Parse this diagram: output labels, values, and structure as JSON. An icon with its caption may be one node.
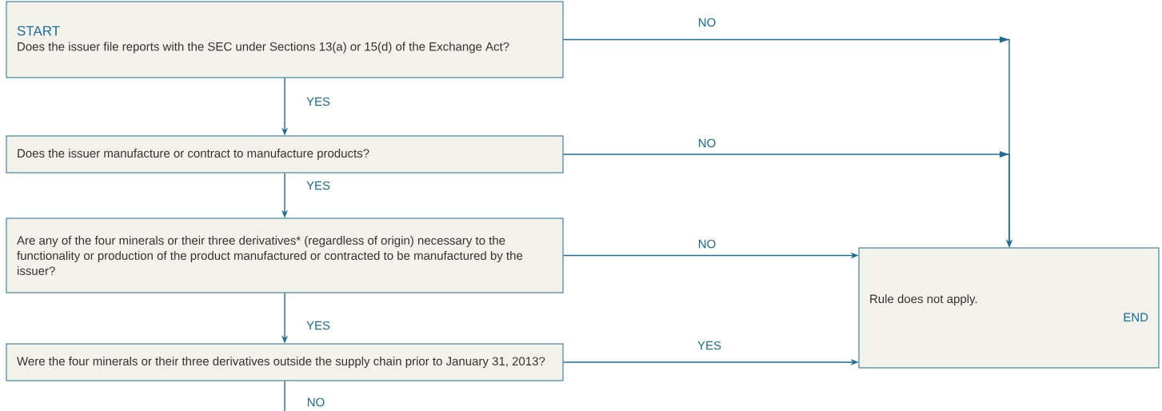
{
  "diagram": {
    "nodes": [
      {
        "text": [
          "START",
          "Does the issuer file reports with the SEC under Sections 13(a) or 15(d) of the Exchange Act?"
        ]
      },
      {
        "text": [
          "Does the issuer manufacture or contract to manufacture products?"
        ]
      },
      {
        "text": [
          "Are any of the four minerals or their three derivatives* (regardless of origin) necessary to the functionality or production of the product manufactured or contracted to be manufactured by the issuer?"
        ]
      },
      {
        "text": [
          "Were the four minerals or their three derivatives outside the supply chain prior to January 31, 2013?"
        ]
      },
      {
        "text": [
          "Rule does not apply.",
          "END"
        ]
      }
    ],
    "edges": [
      {
        "from": 0,
        "to": 1,
        "arrow": "to",
        "label": "YES"
      },
      {
        "from": 1,
        "to": 2,
        "arrow": "to",
        "label": "YES"
      },
      {
        "from": 2,
        "to": 3,
        "arrow": "to",
        "label": "YES"
      },
      {
        "from": 3,
        "to": null,
        "arrow": "none",
        "label": "NO"
      },
      {
        "from": 0,
        "to": 4,
        "arrow": "to",
        "label": "NO"
      },
      {
        "from": 1,
        "to": 4,
        "arrow": "to",
        "label": "NO"
      },
      {
        "from": 2,
        "to": 4,
        "arrow": "to",
        "label": "NO"
      },
      {
        "from": 3,
        "to": 4,
        "arrow": "to",
        "label": "YES"
      }
    ]
  }
}
